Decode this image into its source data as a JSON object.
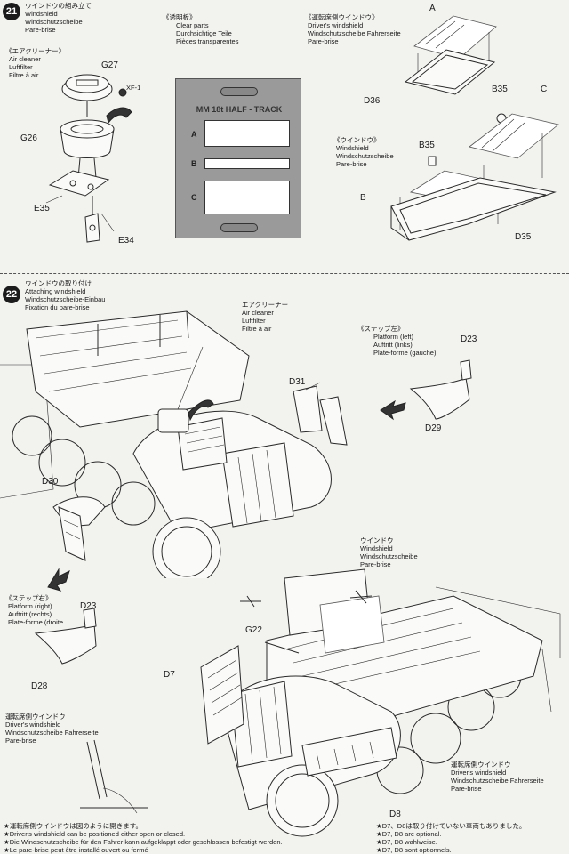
{
  "step21": {
    "number": "21",
    "title_jp": "ウインドウの組み立て",
    "title_en": "Windshield",
    "title_de": "Windschutzscheibe",
    "title_fr": "Pare-brise",
    "clear_parts": {
      "jp": "《透明板》",
      "en": "Clear parts",
      "de": "Durchsichtige Teile",
      "fr": "Pièces transparentes",
      "sheet_title": "MM 18t HALF - TRACK",
      "windows": [
        "A",
        "B",
        "C"
      ]
    },
    "air_cleaner": {
      "jp": "《エアクリーナー》",
      "en": "Air cleaner",
      "de": "Luftfilter",
      "fr": "Filtre à air",
      "parts": [
        "G27",
        "XF-1",
        "G26",
        "E35",
        "E34"
      ]
    },
    "driver_windshield": {
      "jp": "《運転席側ウインドウ》",
      "en": "Driver's windshield",
      "de": "Windschutzscheibe Fahrerseite",
      "fr": "Pare-brise",
      "parts": [
        "A",
        "D36"
      ]
    },
    "windshield": {
      "jp": "《ウインドウ》",
      "en": "Windshield",
      "de": "Windschutzscheibe",
      "fr": "Pare-brise",
      "parts": [
        "B35",
        "C",
        "B35",
        "B",
        "D35"
      ]
    }
  },
  "step22": {
    "number": "22",
    "title_jp": "ウインドウの取り付け",
    "title_en": "Attaching windshield",
    "title_de": "Windschutzscheibe-Einbau",
    "title_fr": "Fixation du pare-brise",
    "air_cleaner": {
      "jp": "エアクリーナー",
      "en": "Air cleaner",
      "de": "Luftfilter",
      "fr": "Filtre à air"
    },
    "platform_left": {
      "jp": "《ステップ左》",
      "en": "Platform (left)",
      "de": "Auftritt (links)",
      "fr": "Plate-forme (gauche)",
      "parts": [
        "D23",
        "D29"
      ]
    },
    "platform_right": {
      "jp": "《ステップ右》",
      "en": "Platform (right)",
      "de": "Auftritt (rechts)",
      "fr": "Plate-forme (droite",
      "parts": [
        "D23",
        "D28"
      ]
    },
    "upper_parts": [
      "D31",
      "D30"
    ],
    "windshield": {
      "jp": "ウインドウ",
      "en": "Windshield",
      "de": "Windschutzscheibe",
      "fr": "Pare-brise"
    },
    "lower_parts": [
      "G22",
      "D7",
      "D8"
    ],
    "driver_ws_left": {
      "jp": "運転席側ウインドウ",
      "en": "Driver's windshield",
      "de": "Windschutzscheibe Fahrerseite",
      "fr": "Pare-brise"
    },
    "driver_ws_right": {
      "jp": "運転席側ウインドウ",
      "en": "Driver's windshield",
      "de": "Windschutzscheibe Fahrerseite",
      "fr": "Pare-brise"
    },
    "notes_left": [
      "★運転席側ウインドウは図のように開きます。",
      "★Driver's windshield can be positioned either open or closed.",
      "★Die Windschutzscheibe für den Fahrer kann aufgeklappt oder geschlossen befestigt werden.",
      "★Le pare-brise peut être installé ouvert ou fermé"
    ],
    "notes_right": [
      "★D7、D8は取り付けていない車両もありました。",
      "★D7, D8 are optional.",
      "★D7, D8 wahlweise.",
      "★D7, D8 sont optionnels."
    ]
  }
}
